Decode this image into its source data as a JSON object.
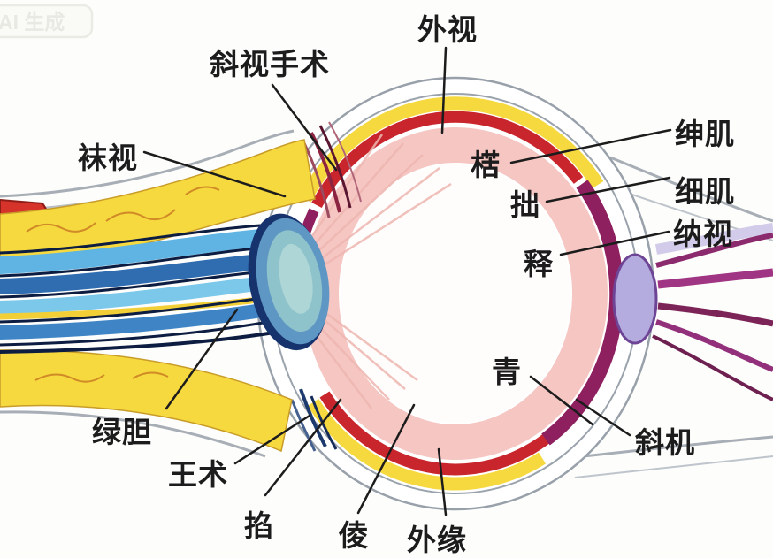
{
  "watermark": {
    "text": "AI 生成"
  },
  "diagram": {
    "type": "eye-anatomy-cross-section",
    "labels": {
      "top": "外视",
      "upper_left": "斜视手术",
      "left": "袜视",
      "right_upper": "绅肌",
      "right_middle": "细肌",
      "right_lower": "纳视",
      "inner_upper": "楛",
      "inner_middle": "拙",
      "inner_lower": "释",
      "bottom_right_inner": "青",
      "bottom_right_outer": "斜机",
      "bottom_left_upper": "绿胆",
      "bottom_left_lower": "王术",
      "bottom_1": "掐",
      "bottom_2": "倰",
      "bottom_3": "外缘"
    },
    "colors": {
      "sclera_outline": "#9aa2ac",
      "fat_yellow": "#f6d93f",
      "choroid_red": "#c9252c",
      "retina_magenta": "#8e2060",
      "inner_pink": "#f5c6c2",
      "nerve_blue": "#2f6cb0",
      "nerve_light_blue": "#7cc8ea",
      "lens_teal": "#8fc3cb",
      "muscle_purple": "#a03584",
      "vessel_red": "#d6342b",
      "label_ink": "#1c1c1c"
    }
  }
}
